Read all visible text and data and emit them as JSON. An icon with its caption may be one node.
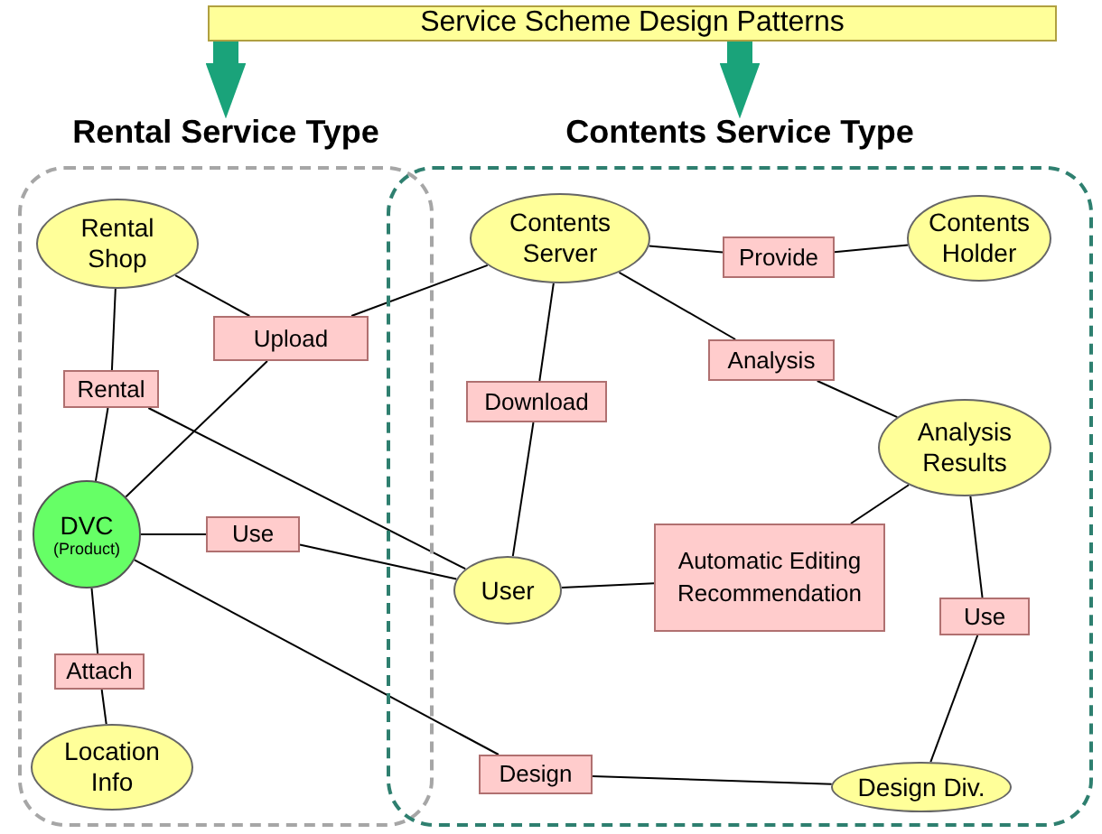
{
  "diagram": {
    "nodes": [
      {
        "text": [
          "Service Scheme Design Patterns"
        ]
      },
      {
        "text": [
          "Rental Service Type"
        ]
      },
      {
        "text": [
          "Contents Service Type"
        ]
      },
      {
        "text": [
          "Rental Shop"
        ],
        "in": 1
      },
      {
        "text": [
          "Contents Server"
        ],
        "in": 2
      },
      {
        "text": [
          "Provide"
        ],
        "in": 2
      },
      {
        "text": [
          "Contents Holder"
        ],
        "in": 2
      },
      {
        "text": [
          "Upload"
        ],
        "in": 1
      },
      {
        "text": [
          "Rental"
        ],
        "in": 1
      },
      {
        "text": [
          "Download"
        ],
        "in": 2
      },
      {
        "text": [
          "Analysis"
        ],
        "in": 2
      },
      {
        "text": [
          "Analysis Results"
        ],
        "in": 2
      },
      {
        "text": [
          "DVC",
          "(Product)"
        ],
        "in": 1
      },
      {
        "text": [
          "Use"
        ],
        "in": 1
      },
      {
        "text": [
          "Automatic Editing Recommendation"
        ],
        "in": 2
      },
      {
        "text": [
          "User"
        ],
        "in": 2
      },
      {
        "text": [
          "Use"
        ],
        "in": 2
      },
      {
        "text": [
          "Attach"
        ],
        "in": 1
      },
      {
        "text": [
          "Location Info"
        ],
        "in": 1
      },
      {
        "text": [
          "Design"
        ],
        "in": 2
      },
      {
        "text": [
          "Design Div."
        ],
        "in": 2
      }
    ],
    "edges": [
      {
        "from": 0,
        "to": 1,
        "arrow": "to",
        "style": "thick",
        "color": "#1aa37a"
      },
      {
        "from": 0,
        "to": 2,
        "arrow": "to",
        "style": "thick",
        "color": "#1aa37a"
      },
      {
        "from": 3,
        "to": 7,
        "arrow": "none"
      },
      {
        "from": 7,
        "to": 4,
        "arrow": "none"
      },
      {
        "from": 12,
        "to": 7,
        "arrow": "none"
      },
      {
        "from": 3,
        "to": 8,
        "arrow": "none"
      },
      {
        "from": 8,
        "to": 12,
        "arrow": "none"
      },
      {
        "from": 8,
        "to": 15,
        "arrow": "none"
      },
      {
        "from": 12,
        "to": 13,
        "arrow": "none"
      },
      {
        "from": 13,
        "to": 15,
        "arrow": "none"
      },
      {
        "from": 12,
        "to": 17,
        "arrow": "none"
      },
      {
        "from": 17,
        "to": 18,
        "arrow": "none"
      },
      {
        "from": 12,
        "to": 19,
        "arrow": "none"
      },
      {
        "from": 19,
        "to": 20,
        "arrow": "none"
      },
      {
        "from": 4,
        "to": 5,
        "arrow": "none"
      },
      {
        "from": 5,
        "to": 6,
        "arrow": "none"
      },
      {
        "from": 4,
        "to": 9,
        "arrow": "none"
      },
      {
        "from": 9,
        "to": 15,
        "arrow": "none"
      },
      {
        "from": 4,
        "to": 10,
        "arrow": "none"
      },
      {
        "from": 10,
        "to": 11,
        "arrow": "none"
      },
      {
        "from": 11,
        "to": 14,
        "arrow": "none"
      },
      {
        "from": 15,
        "to": 14,
        "arrow": "none"
      },
      {
        "from": 11,
        "to": 16,
        "arrow": "none"
      },
      {
        "from": 16,
        "to": 20,
        "arrow": "none"
      }
    ]
  }
}
